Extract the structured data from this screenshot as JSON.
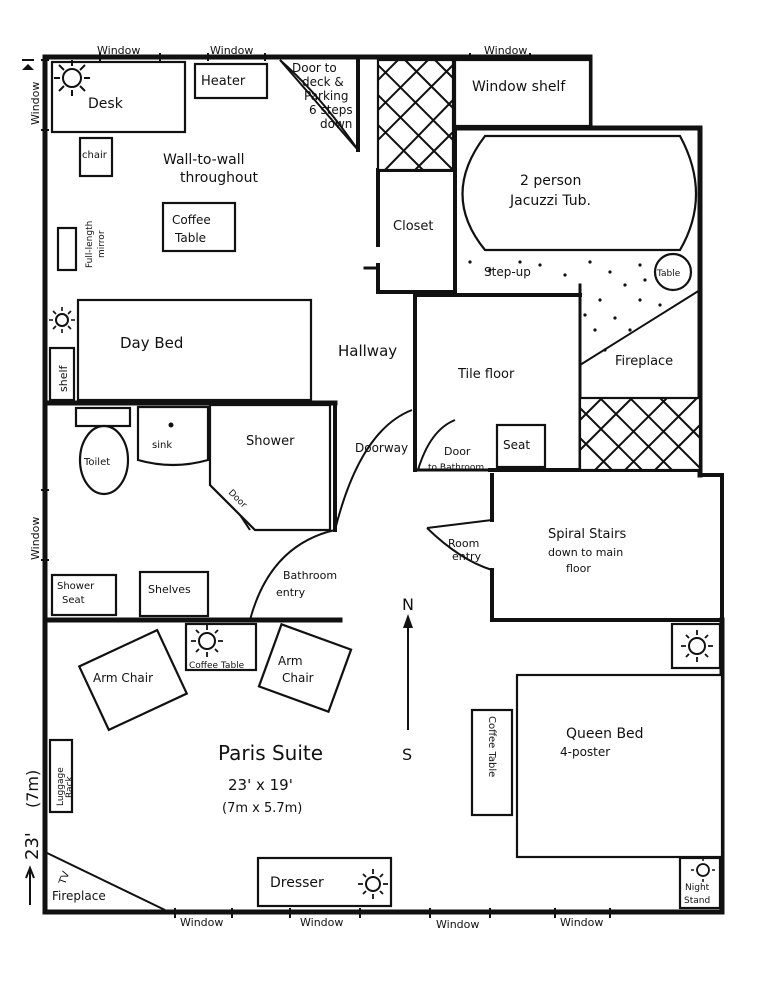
{
  "windows": {
    "top_left": "Window",
    "top_mid": "Window",
    "top_right": "Window",
    "left_top": "Window",
    "left_mid": "Window",
    "bottom_1": "Window",
    "bottom_2": "Window",
    "bottom_3": "Window",
    "bottom_4": "Window"
  },
  "labels": {
    "desk": "Desk",
    "heater": "Heater",
    "door_to_deck": [
      "Door to",
      "deck &",
      "Parking",
      "6 steps",
      "down"
    ],
    "window_shelf": "Window shelf",
    "chair": "chair",
    "wall_to_wall": [
      "Wall-to-wall",
      "throughout"
    ],
    "coffee_table_top": [
      "Coffee",
      "Table"
    ],
    "mirror": [
      "Full-length",
      "mirror"
    ],
    "jacuzzi": [
      "2 person",
      "Jacuzzi Tub."
    ],
    "closet": "Closet",
    "step_up": "Step-up",
    "table_round": "Table",
    "day_bed": "Day Bed",
    "shelf": "shelf",
    "hallway": "Hallway",
    "tile_floor": "Tile floor",
    "fireplace_right": "Fireplace",
    "toilet": "Toilet",
    "sink": "sink",
    "shower": "Shower",
    "shower_door": "Door",
    "doorway": "Doorway",
    "door_to_bathroom": [
      "Door",
      "to Bathroom"
    ],
    "seat": "Seat",
    "room_entry": [
      "Room",
      "entry"
    ],
    "spiral_stairs": [
      "Spiral Stairs",
      "down to main",
      "floor"
    ],
    "shower_seat": [
      "Shower",
      "Seat"
    ],
    "shelves": "Shelves",
    "bathroom_entry": [
      "Bathroom",
      "entry"
    ],
    "north": "N",
    "south": "S",
    "arm_chair_left": "Arm Chair",
    "coffee_table_mid": "Coffee Table",
    "arm_chair_right": [
      "Arm",
      "Chair"
    ],
    "queen_bed": [
      "Queen Bed",
      "4-poster"
    ],
    "coffee_table_right": "Coffee Table",
    "luggage_rack": [
      "Luggage",
      "Rack"
    ],
    "suite_title": "Paris Suite",
    "suite_dims": "23' x 19'",
    "suite_metric": "(7m x 5.7m)",
    "tv_fireplace": [
      "TV",
      "Fireplace"
    ],
    "dresser": "Dresser",
    "night_stand": [
      "Night",
      "Stand"
    ],
    "dim_left": [
      "23'",
      "(7m)"
    ]
  },
  "icons": {
    "lamp": "sun-lamp-icon",
    "north_arrow": "north-arrow-icon"
  }
}
